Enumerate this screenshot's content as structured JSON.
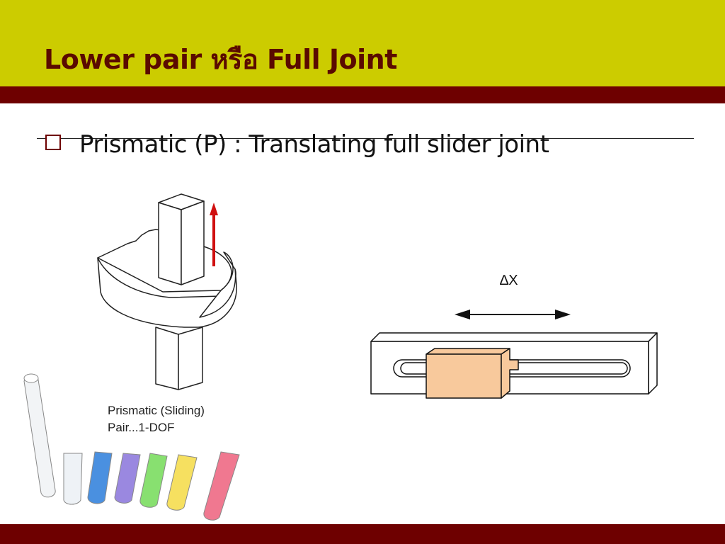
{
  "slide": {
    "title": "Lower pair หรือ Full Joint",
    "bullet": "Prismatic (P) : Translating full slider joint"
  },
  "prismatic_figure": {
    "caption_line1": "Prismatic (Sliding)",
    "caption_line2": "Pair...1-DOF"
  },
  "slider_figure": {
    "displacement_label": "∆X"
  },
  "colors": {
    "header_band": "#cccc00",
    "header_stripe": "#6e0000",
    "title_text": "#5a0a00",
    "slider_block": "#f8c99c",
    "motion_arrow": "#d01010"
  },
  "icons": {
    "bullet": "hollow-square-bullet"
  }
}
